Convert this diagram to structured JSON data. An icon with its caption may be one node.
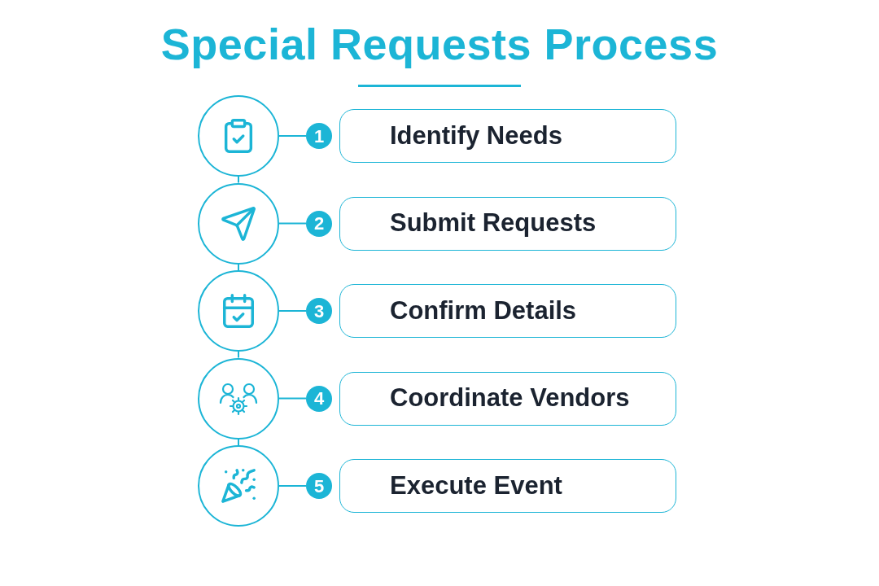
{
  "diagram": {
    "title": "Special Requests Process",
    "nodes": [
      {
        "text": [],
        "shape": "circle"
      },
      {
        "text": [
          "1"
        ]
      },
      {
        "text": [
          "Identify Needs"
        ]
      },
      {
        "text": [],
        "shape": "circle"
      },
      {
        "text": [
          "2"
        ]
      },
      {
        "text": [
          "Submit Requests"
        ]
      },
      {
        "text": [],
        "shape": "circle"
      },
      {
        "text": [
          "3"
        ]
      },
      {
        "text": [
          "Confirm Details"
        ]
      },
      {
        "text": [],
        "shape": "circle"
      },
      {
        "text": [
          "4"
        ]
      },
      {
        "text": [
          "Coordinate Vendors"
        ]
      },
      {
        "text": [],
        "shape": "circle"
      },
      {
        "text": [
          "5"
        ]
      },
      {
        "text": [
          "Execute Event"
        ]
      }
    ],
    "edges": [
      {
        "from": 0,
        "to": 1,
        "arrow": "none"
      },
      {
        "from": 0,
        "to": 3,
        "arrow": "none"
      },
      {
        "from": 3,
        "to": 4,
        "arrow": "none"
      },
      {
        "from": 3,
        "to": 6,
        "arrow": "none"
      },
      {
        "from": 6,
        "to": 7,
        "arrow": "none"
      },
      {
        "from": 6,
        "to": 9,
        "arrow": "none"
      },
      {
        "from": 9,
        "to": 10,
        "arrow": "none"
      },
      {
        "from": 9,
        "to": 12,
        "arrow": "none"
      },
      {
        "from": 12,
        "to": 13,
        "arrow": "none"
      }
    ]
  }
}
